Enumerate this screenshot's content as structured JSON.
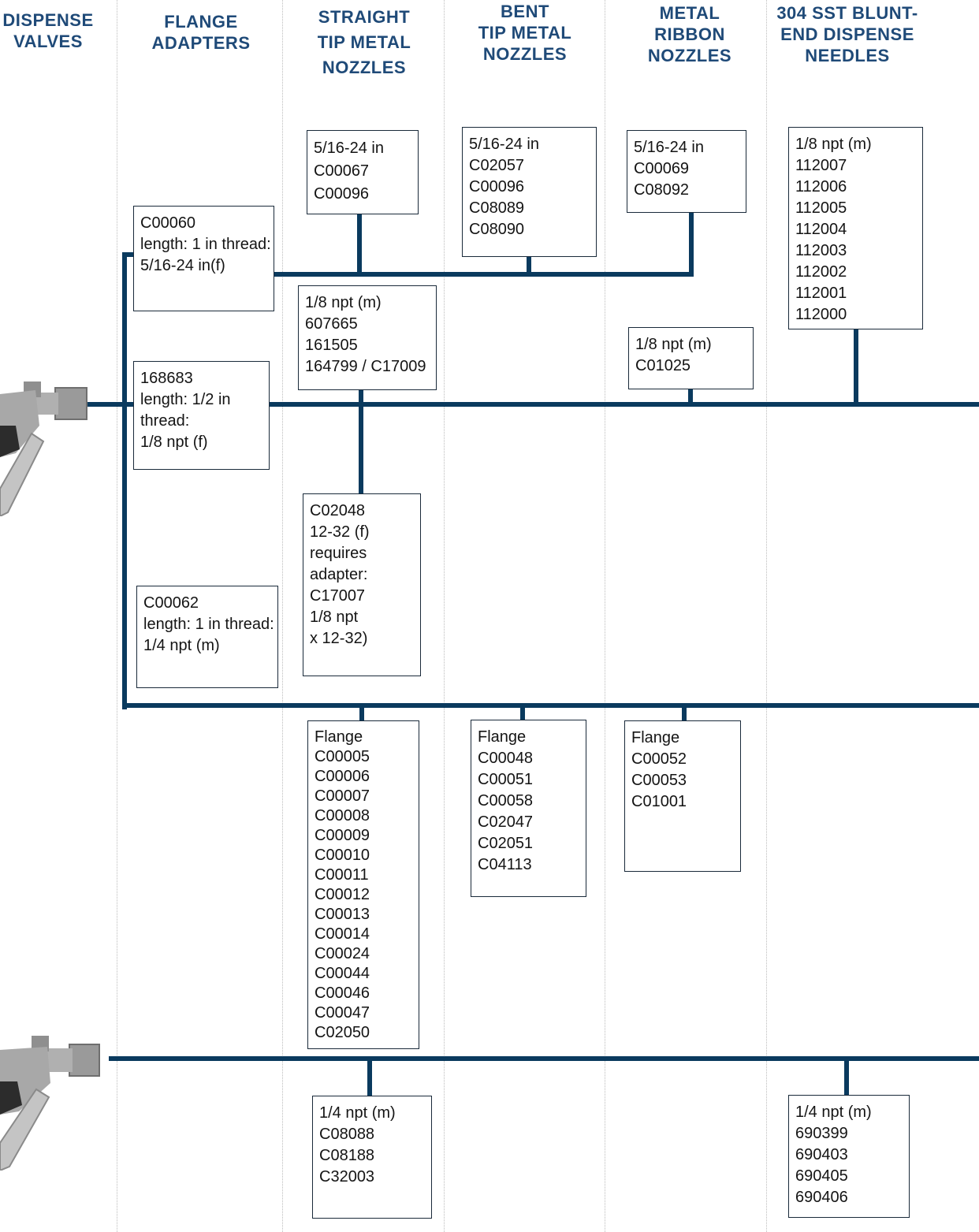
{
  "columns": {
    "dispense_valves": "DISPENSE\nVALVES",
    "flange_adapters": "FLANGE\nADAPTERS",
    "straight_tip": "STRAIGHT\nTIP METAL\nNOZZLES",
    "bent_tip": "BENT\nTIP METAL\nNOZZLES",
    "metal_ribbon": "METAL\nRIBBON\nNOZZLES",
    "blunt_end": "304 SST BLUNT-\nEND DISPENSE\nNEEDLES"
  },
  "boxes": {
    "adapter_c00060": "C00060\nlength: 1 in thread:\n5/16-24 in(f)",
    "adapter_168683": "168683\nlength: 1/2 in\nthread:\n1/8 npt (f)",
    "adapter_c00062": "C00062\nlength: 1 in thread:\n1/4 npt (m)",
    "straight_5_16": "5/16-24 in\nC00067\nC00096",
    "straight_1_8": "1/8 npt (m)\n607665\n161505\n164799 / C17009",
    "straight_c02048": "C02048\n12-32 (f)\nrequires\nadapter:\nC17007\n1/8 npt\nx 12-32)",
    "straight_flange": "Flange\nC00005\nC00006\nC00007\nC00008\nC00009\nC00010\nC00011\nC00012\nC00013\nC00014\nC00024\nC00044\nC00046\nC00047\nC02050",
    "straight_1_4": "1/4 npt (m)\nC08088\nC08188\nC32003",
    "bent_5_16": "5/16-24 in\nC02057\nC00096\nC08089\nC08090",
    "bent_flange": "Flange\nC00048\nC00051\nC00058\nC02047\nC02051\nC04113",
    "ribbon_5_16": "5/16-24 in\nC00069\nC08092",
    "ribbon_1_8": "1/8 npt (m)\nC01025",
    "ribbon_flange": "Flange\nC00052\nC00053\nC01001",
    "needles_1_8": "1/8 npt (m)\n112007\n112006\n112005\n112004\n112003\n112002\n112001\n112000",
    "needles_1_4": "1/4 npt (m)\n690399\n690403\n690405\n690406"
  },
  "colors": {
    "header": "#1f4a78",
    "connector": "#0a3a5e",
    "box_border": "#1a2a3a"
  },
  "icons": [
    "dispense-valve-icon",
    "dispense-valve-icon"
  ]
}
